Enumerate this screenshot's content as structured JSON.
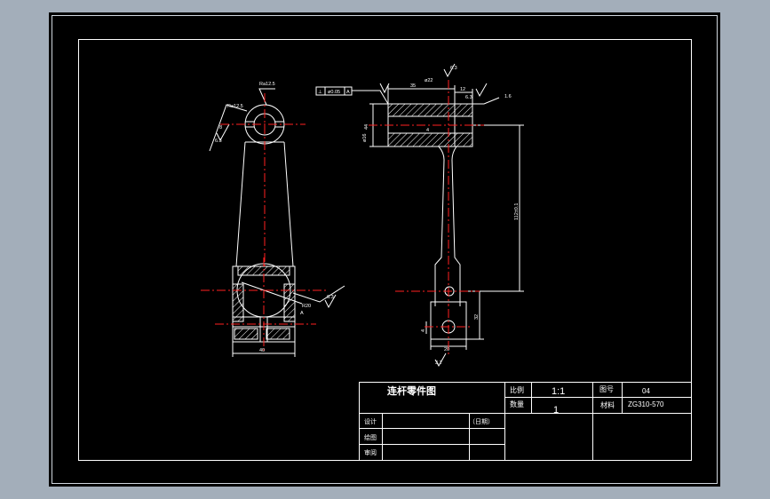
{
  "colors": {
    "background": "#a3aeba",
    "sheet": "#000000",
    "line": "#ffffff",
    "centerline": "#ff2020"
  },
  "title_block": {
    "title": "连杆零件图",
    "scale_label": "比例",
    "scale_value": "1:1",
    "drawing_no_label": "图号",
    "drawing_no_value": "04",
    "qty_label": "数量",
    "qty_value": "1",
    "material_label": "材料",
    "material_value": "ZG310-570",
    "design_label": "设计",
    "date_label": "（日期）",
    "draw_label": "绘图",
    "review_label": "审阅"
  },
  "annotations": {
    "roughness_top": "Ra12.5",
    "roughness_left": "Ra12.5",
    "roughness_63_a": "6.3",
    "roughness_63_b": "6.3",
    "roughness_63_c": "6.3",
    "roughness_63_d": "6.3",
    "roughness_32": "3.2",
    "roughness_16": "1.6",
    "datum_a": "A",
    "geom_tol_a": "⊥",
    "geom_tol_b": "ø0.05",
    "geom_tol_c": "A",
    "dim_35": "35",
    "dim_12": "12",
    "dim_8": "8",
    "dim_4": "4",
    "dim_40": "40",
    "dim_20": "20",
    "dim_32": "32",
    "dim_phi16": "ø16",
    "dim_phi22": "ø22",
    "dim_112": "112±0.1",
    "dim_r20": "R20",
    "dim_44": "44"
  }
}
